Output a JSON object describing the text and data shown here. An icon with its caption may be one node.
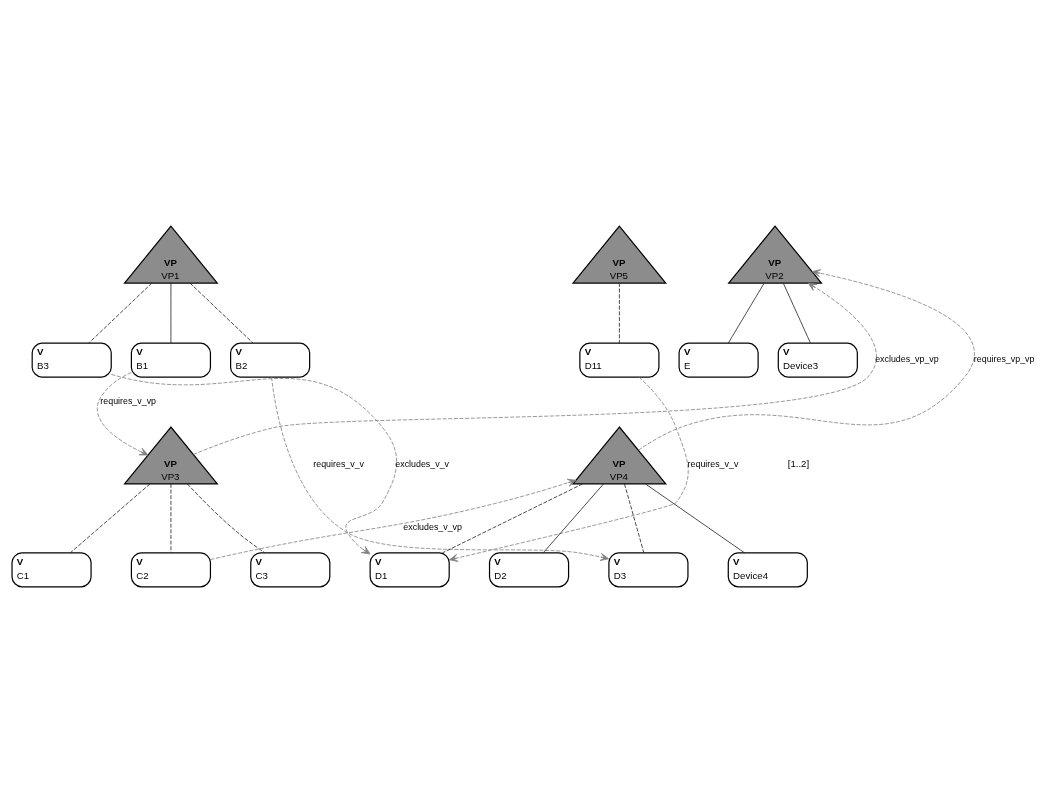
{
  "diagram": {
    "nodes": [
      {
        "text": [
          "VP",
          "VP1"
        ]
      },
      {
        "text": [
          "V",
          "B1"
        ]
      },
      {
        "text": [
          "V",
          "B2"
        ]
      },
      {
        "text": [
          "V",
          "B3"
        ]
      },
      {
        "text": [
          "VP",
          "VP5"
        ]
      },
      {
        "text": [
          "V",
          "D11"
        ]
      },
      {
        "text": [
          "VP",
          "VP2"
        ]
      },
      {
        "text": [
          "V",
          "E"
        ]
      },
      {
        "text": [
          "V",
          "Device3"
        ]
      },
      {
        "text": [
          "VP",
          "VP3"
        ]
      },
      {
        "text": [
          "V",
          "C1"
        ]
      },
      {
        "text": [
          "V",
          "C2"
        ]
      },
      {
        "text": [
          "V",
          "C3"
        ]
      },
      {
        "text": [
          "VP",
          "VP4"
        ]
      },
      {
        "text": [
          "V",
          "D1"
        ]
      },
      {
        "text": [
          "V",
          "D2"
        ]
      },
      {
        "text": [
          "V",
          "D3"
        ]
      },
      {
        "text": [
          "V",
          "Device4"
        ]
      }
    ],
    "edges": [
      {
        "from": 0,
        "to": 1,
        "arrow": "none"
      },
      {
        "from": 0,
        "to": 2,
        "arrow": "none",
        "style": "dashed"
      },
      {
        "from": 0,
        "to": 3,
        "arrow": "none",
        "style": "dashed"
      },
      {
        "from": 4,
        "to": 5,
        "arrow": "none",
        "style": "dashed"
      },
      {
        "from": 6,
        "to": 7,
        "arrow": "none"
      },
      {
        "from": 6,
        "to": 8,
        "arrow": "none"
      },
      {
        "from": 9,
        "to": 10,
        "arrow": "none",
        "style": "dashed"
      },
      {
        "from": 9,
        "to": 11,
        "arrow": "none",
        "style": "dashed"
      },
      {
        "from": 9,
        "to": 12,
        "arrow": "none",
        "style": "dashed"
      },
      {
        "from": 13,
        "to": 14,
        "arrow": "none",
        "style": "dashed"
      },
      {
        "from": 13,
        "to": 15,
        "arrow": "none"
      },
      {
        "from": 13,
        "to": 16,
        "arrow": "none",
        "style": "dashed"
      },
      {
        "from": 13,
        "to": 17,
        "arrow": "none"
      },
      {
        "from": 1,
        "to": 9,
        "arrow": "to",
        "style": "dashed",
        "color": "#808080",
        "label": "requires_v_vp"
      },
      {
        "from": 2,
        "to": 16,
        "arrow": "to",
        "style": "dashed",
        "color": "#808080",
        "label": "requires_v_v"
      },
      {
        "from": 3,
        "to": 14,
        "arrow": "to",
        "style": "dashed",
        "color": "#808080",
        "label": "excludes_v_v"
      },
      {
        "from": 5,
        "to": 14,
        "arrow": "to",
        "style": "dashed",
        "color": "#808080",
        "label": "requires_v_v"
      },
      {
        "from": 9,
        "to": 6,
        "arrow": "to",
        "style": "dashed",
        "color": "#808080",
        "label": "excludes_vp_vp"
      },
      {
        "from": 13,
        "to": 6,
        "arrow": "to",
        "style": "dashed",
        "color": "#808080",
        "label": "requires_vp_vp"
      },
      {
        "from": 11,
        "to": 13,
        "arrow": "to",
        "style": "dashed",
        "color": "#808080",
        "label": "excludes_v_vp"
      }
    ],
    "labels": [
      "[1..2]"
    ]
  }
}
